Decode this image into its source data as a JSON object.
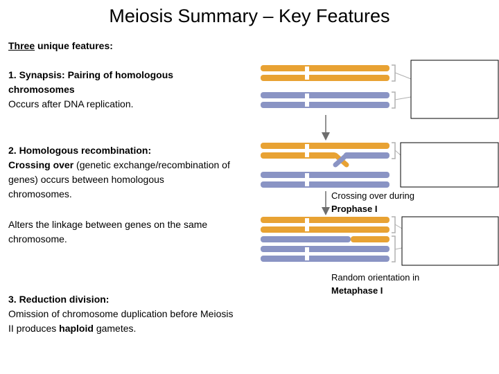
{
  "title": "Meiosis Summary – Key Features",
  "intro": {
    "underlined": "Three",
    "rest": " unique features:"
  },
  "feature1": {
    "heading": "1. Synapsis: Pairing of homologous chromosomes",
    "note": "Occurs after DNA replication."
  },
  "feature2": {
    "heading": "2. Homologous recombination:",
    "term": "Crossing over",
    "text": " (genetic exchange/recombination of genes) occurs between homologous chromosomes.",
    "linkage_note": "Alters the linkage between genes on the same chromosome."
  },
  "feature3": {
    "heading": "3. Reduction division:",
    "text_before": "Omission of chromosome duplication before Meiosis II produces ",
    "term": "haploid",
    "text_after": " gametes."
  },
  "captions": {
    "crossing_line1": "Crossing over during",
    "crossing_line2": "Prophase I",
    "random_line1": "Random orientation in",
    "random_line2": "Metaphase I"
  },
  "colors": {
    "orange": "#E8A233",
    "blue": "#8A94C4",
    "gray": "#B0B0B0",
    "arrow": "#6E6E6E"
  }
}
